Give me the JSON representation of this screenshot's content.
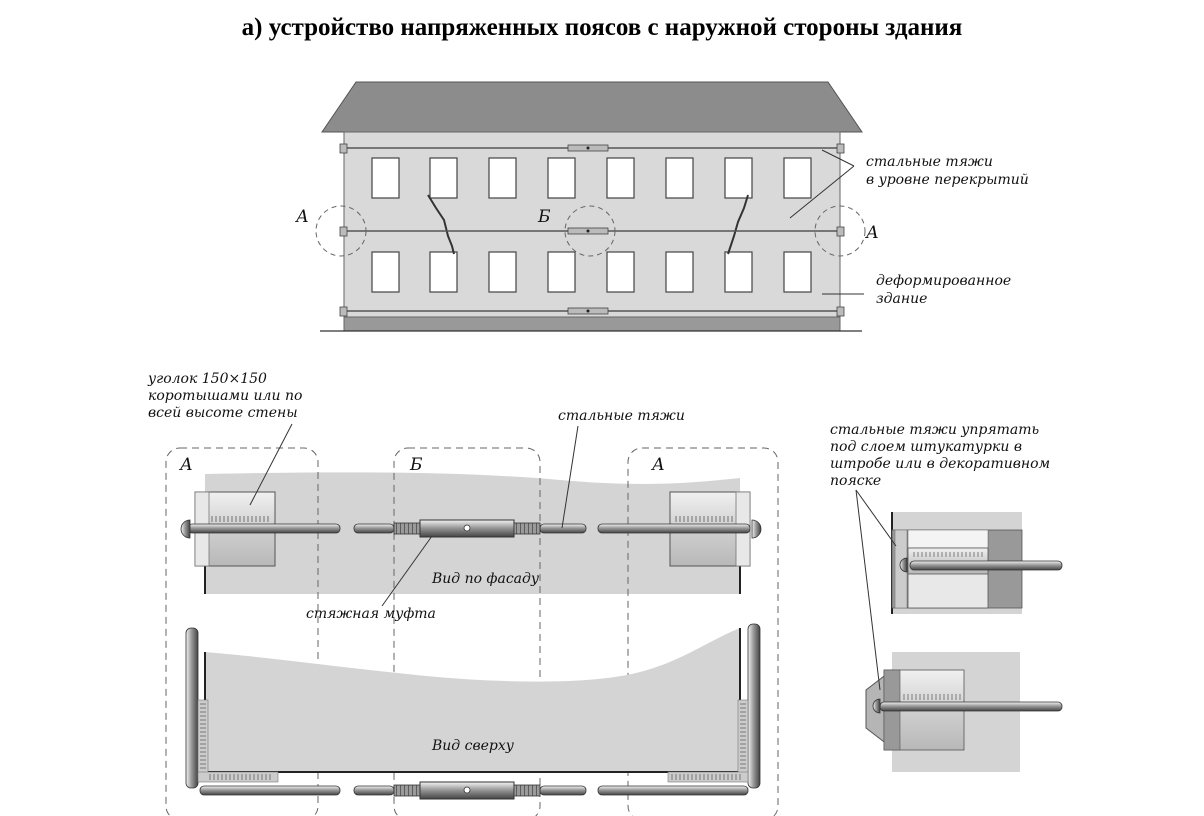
{
  "title": "а) устройство напряженных поясов с наружной стороны здания",
  "labels": {
    "steel_ties_floor_1": "стальные тяжи",
    "steel_ties_floor_2": "в уровне перекрытий",
    "deformed_building_1": "деформированное",
    "deformed_building_2": "здание",
    "node_a": "А",
    "node_b": "Б",
    "angle_1": "уголок 150×150",
    "angle_2": "коротышами или по",
    "angle_3": "всей высоте стены",
    "steel_ties": "стальные тяжи",
    "turnbuckle": "стяжная муфта",
    "facade_view": "Вид по фасаду",
    "top_view": "Вид сверху",
    "hide_1": "стальные тяжи упрятать",
    "hide_2": "под слоем штукатурки в",
    "hide_3": "штробе или в декоративном",
    "hide_4": "пояске"
  },
  "colors": {
    "roof": "#8c8c8c",
    "wall": "#d9d9d9",
    "plinth": "#999999",
    "fill_light": "#d4d4d4",
    "line": "#444444"
  }
}
